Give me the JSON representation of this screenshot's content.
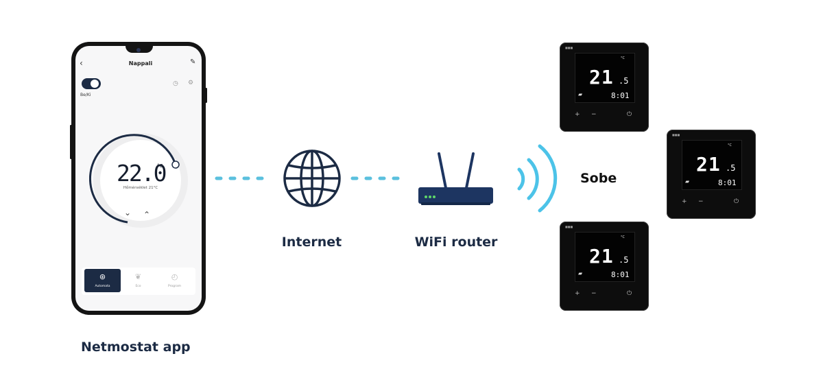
{
  "captions": {
    "app": "Netmostat app",
    "internet": "Internet",
    "router": "WiFi router",
    "rooms": "Sobe"
  },
  "phone_app": {
    "room_title": "Nappali",
    "back_icon": "‹",
    "edit_icon": "✎",
    "toggle_label": "Be/Ki",
    "set_temperature": "22.0",
    "temperature_unit": "°C",
    "measured_label": "Hőmérséklet 21°C",
    "tabs": [
      {
        "label": "Automata",
        "icon": "fan-icon",
        "active": true
      },
      {
        "label": "Eco",
        "icon": "leaf-icon",
        "active": false
      },
      {
        "label": "Program",
        "icon": "schedule-icon",
        "active": false
      }
    ]
  },
  "thermostats": [
    {
      "temp_whole": "21",
      "temp_fraction": ".5",
      "unit": "°C",
      "time": "8:01"
    },
    {
      "temp_whole": "21",
      "temp_fraction": ".5",
      "unit": "°C",
      "time": "8:01"
    },
    {
      "temp_whole": "21",
      "temp_fraction": ".5",
      "unit": "°C",
      "time": "8:01"
    }
  ],
  "colors": {
    "navy": "#1c2b44",
    "connector": "#5bc0de",
    "router": "#1d3561",
    "wifi": "#4cc3e8",
    "thermostat_body": "#0d0d0d"
  }
}
